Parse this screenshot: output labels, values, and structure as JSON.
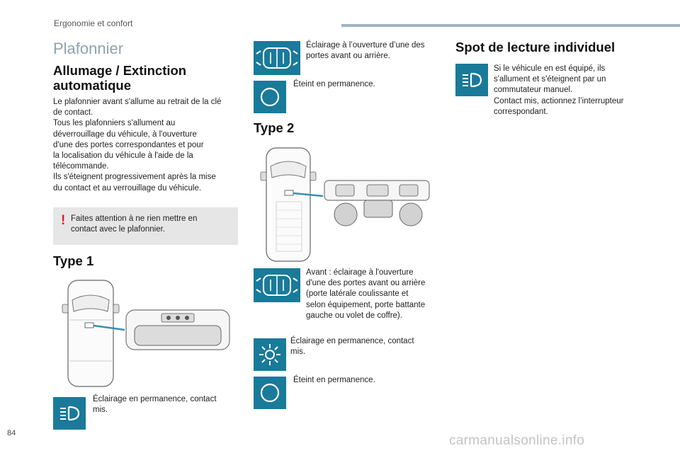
{
  "header": {
    "section": "Ergonomie et confort"
  },
  "page_title": "Plafonnier",
  "auto": {
    "heading_line1": "Allumage / Extinction",
    "heading_line2": "automatique",
    "paragraph_lines": [
      "Le plafonnier avant s'allume au retrait de la clé",
      "de contact.",
      "Tous les plafonniers s'allument au",
      "déverrouillage du véhicule, à l'ouverture",
      "d'une des portes correspondantes et pour",
      "la localisation du véhicule à l'aide de la",
      "télécommande.",
      "Ils s'éteignent progressivement après la mise",
      "du contact et au verrouillage du véhicule."
    ],
    "warning_line1": "Faites attention à ne rien mettre en",
    "warning_line2": "contact avec le plafonnier."
  },
  "type1": {
    "heading": "Type 1",
    "permanent_line1": "Éclairage en permanence, contact",
    "permanent_line2": "mis."
  },
  "col2": {
    "door_line1": "Éclairage à l’ouverture d’une des",
    "door_line2": "portes avant ou arrière.",
    "off": "Éteint en permanence."
  },
  "type2": {
    "heading": "Type 2",
    "front_lines": [
      "Avant : éclairage à l'ouverture",
      "d'une des portes avant ou arrière",
      "(porte latérale coulissante et",
      "selon équipement, porte battante",
      "gauche ou volet de coffre)."
    ],
    "permanent_line1": "Éclairage en permanence, contact",
    "permanent_line2": "mis.",
    "off": "Éteint en permanence."
  },
  "spot": {
    "heading": "Spot de lecture individuel",
    "lines": [
      "Si le véhicule en est équipé, ils",
      "s'allument et s'éteignent par un",
      "commutateur manuel.",
      "Contact mis, actionnez l’interrupteur",
      "correspondant."
    ]
  },
  "page_number": "84",
  "watermark": "carmanualsonline.info",
  "colors": {
    "icon_bg": "#1a7a9a",
    "title": "#8fa3ad",
    "warning": "#e0182d",
    "callout": "#3a8fb0"
  },
  "icons": [
    "door-light-icon",
    "off-circle-icon",
    "headlight-icon",
    "sun-icon",
    "van-top-view-icon",
    "ceiling-lamp-icon"
  ]
}
